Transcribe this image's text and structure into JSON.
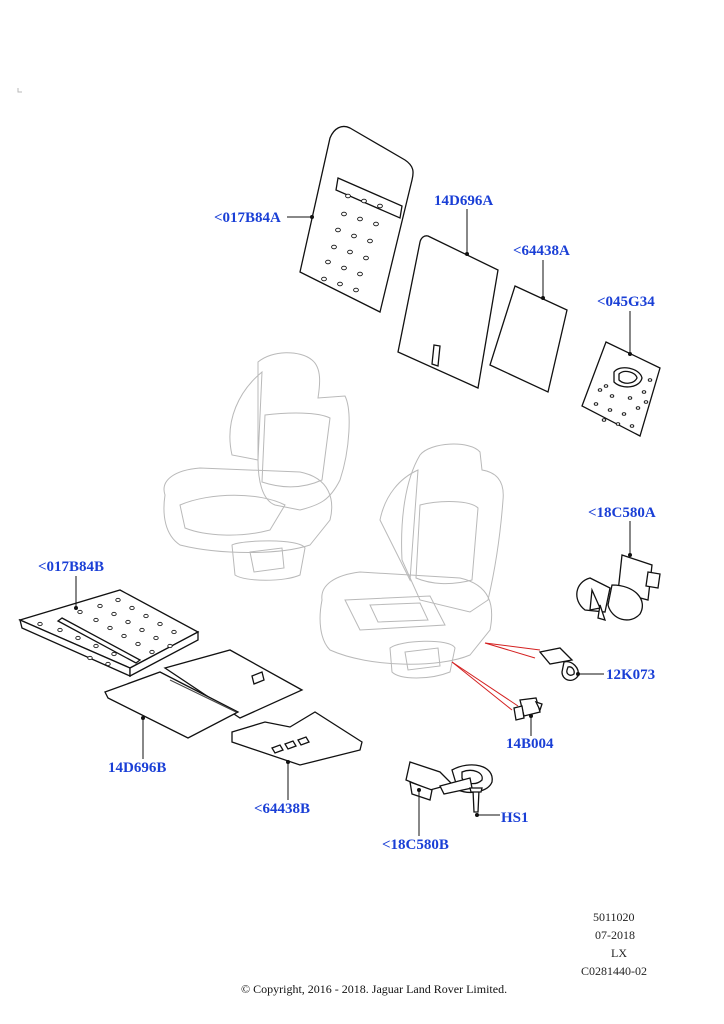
{
  "callouts": {
    "backrest_pad": "<017B84A",
    "backrest_heater": "14D696A",
    "backrest_mat": "<64438A",
    "lumbar_module": "<045G34",
    "backrest_fan": "<18C580A",
    "cushion_pad": "<017B84B",
    "cushion_heater": "14D696B",
    "cushion_mat": "<64438B",
    "connector": "12K073",
    "sensor": "14B004",
    "cushion_fan": "<18C580B",
    "screw": "HS1"
  },
  "meta": {
    "diagram_number": "5011020",
    "date": "07-2018",
    "model": "LX",
    "reference": "C0281440-02"
  },
  "copyright": "© Copyright, 2016 - 2018. Jaguar Land Rover Limited.",
  "colors": {
    "callout": "#1a3fd6",
    "line": "#111111",
    "ghost": "#b9b9b9",
    "leader_red": "#d42020"
  }
}
